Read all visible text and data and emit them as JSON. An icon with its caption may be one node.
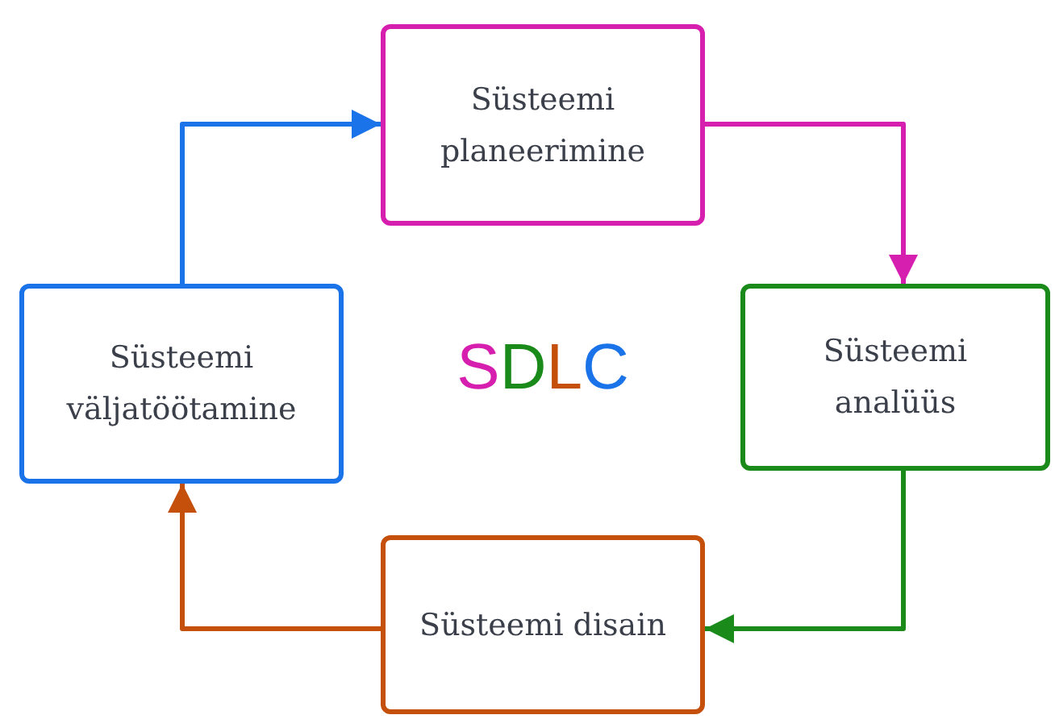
{
  "diagram": {
    "nodes": [
      {
        "text": [
          "Süsteemi planeerimine"
        ]
      },
      {
        "text": [
          "Süsteemi analüüs"
        ]
      },
      {
        "text": [
          "Süsteemi disain"
        ]
      },
      {
        "text": [
          "Süsteemi väljatöötamine"
        ]
      }
    ],
    "edges": [
      {
        "from": 0,
        "to": 1,
        "arrow": "to",
        "color": "#d61fae"
      },
      {
        "from": 1,
        "to": 2,
        "arrow": "to",
        "color": "#1a8a1a"
      },
      {
        "from": 2,
        "to": 3,
        "arrow": "to",
        "color": "#c4500c"
      },
      {
        "from": 3,
        "to": 0,
        "arrow": "to",
        "color": "#1a73e8"
      }
    ],
    "labels": [
      "SDLC"
    ]
  }
}
